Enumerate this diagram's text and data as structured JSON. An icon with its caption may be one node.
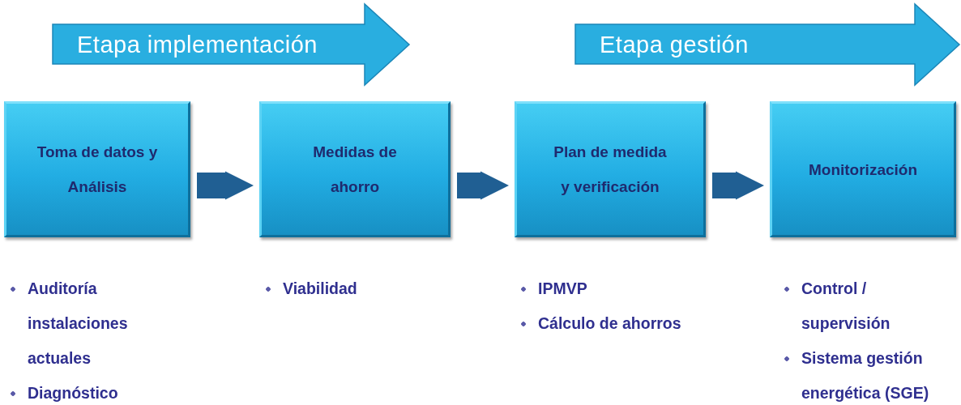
{
  "diagram": {
    "nodes": [
      {
        "text": [
          "Etapa implementación"
        ]
      },
      {
        "text": [
          "Etapa gestión"
        ]
      },
      {
        "text": [
          "Toma de datos y Análisis"
        ],
        "beside": [
          "Auditoría instalaciones actuales",
          "Diagnóstico"
        ]
      },
      {
        "text": [
          "Medidas de ahorro"
        ],
        "beside": [
          "Viabilidad"
        ]
      },
      {
        "text": [
          "Plan de medida y verificación"
        ],
        "beside": [
          "IPMVP",
          "Cálculo de ahorros"
        ]
      },
      {
        "text": [
          "Monitorización"
        ],
        "beside": [
          "Control / supervisión",
          "Sistema gestión energética (SGE)"
        ]
      }
    ],
    "edges": [
      {
        "from": 2,
        "to": 3,
        "arrow": "to"
      },
      {
        "from": 3,
        "to": 4,
        "arrow": "to"
      },
      {
        "from": 4,
        "to": 5,
        "arrow": "to"
      }
    ]
  }
}
